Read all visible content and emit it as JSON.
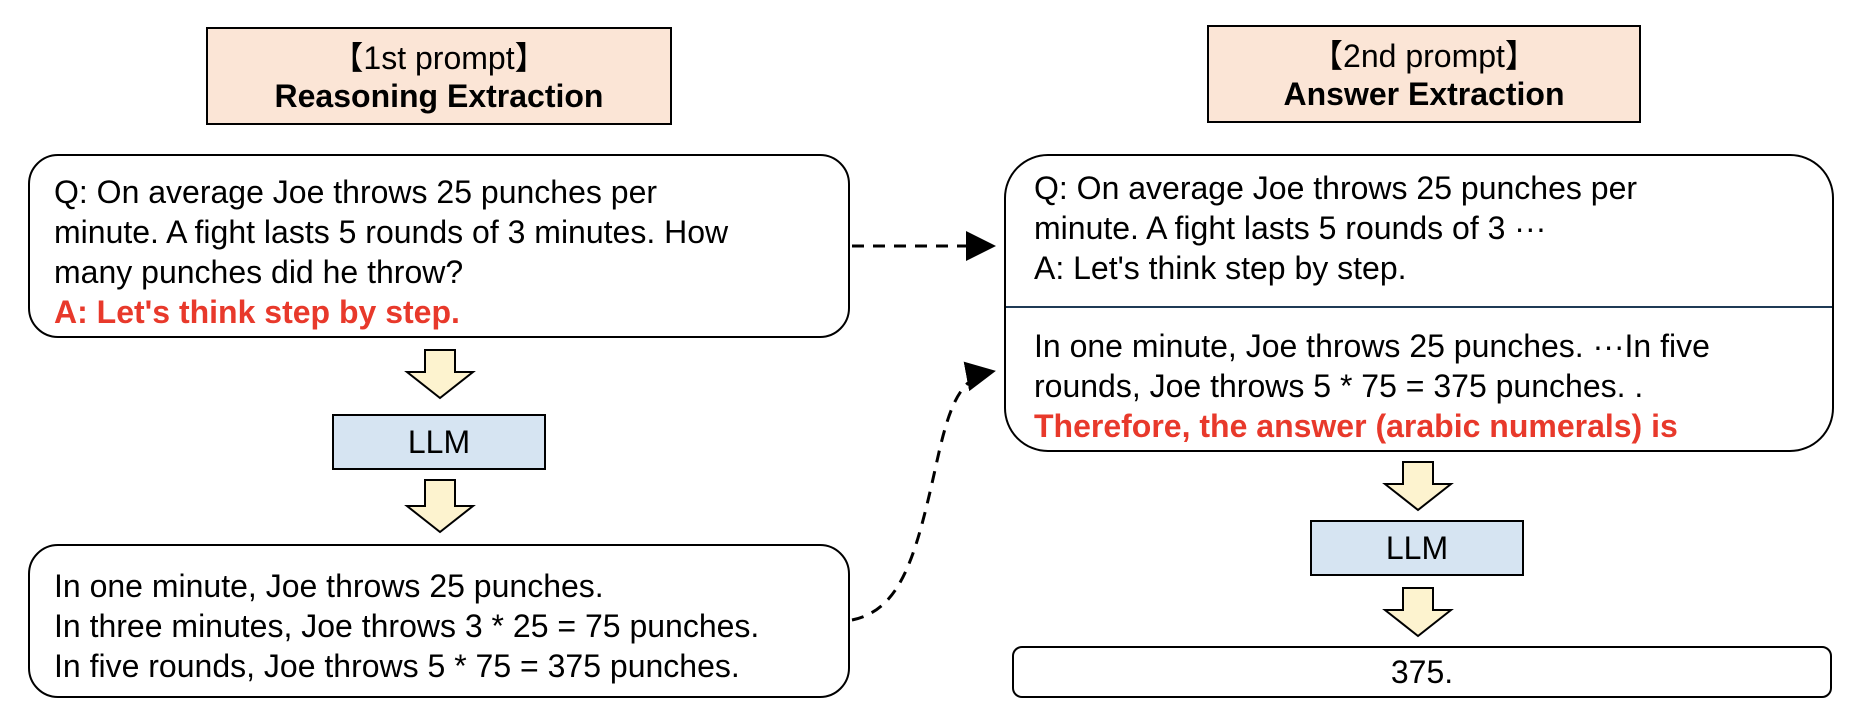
{
  "left": {
    "header_label": "【1st prompt】",
    "header_title": "Reasoning Extraction",
    "question_lines": [
      "Q: On average Joe throws 25 punches per",
      "minute.  A fight lasts 5 rounds of 3 minutes.  How",
      "many punches did he throw?"
    ],
    "trigger": "A: Let's think step by step.",
    "llm_label": "LLM",
    "reasoning_lines": [
      "In one minute, Joe throws 25 punches.",
      "In three minutes, Joe throws 3 * 25 = 75 punches.",
      "In five rounds, Joe throws 5 * 75 = 375 punches."
    ]
  },
  "right": {
    "header_label": "【2nd prompt】",
    "header_title": "Answer Extraction",
    "question_lines": [
      "Q: On average Joe throws 25 punches per",
      "minute.  A fight lasts 5 rounds of 3 ···",
      "A: Let's think step by step."
    ],
    "reasoning_lines": [
      "In one minute, Joe throws 25 punches. ···In five",
      "rounds, Joe throws 5 * 75 = 375 punches. ."
    ],
    "trigger": "Therefore, the answer (arabic numerals) is",
    "llm_label": "LLM",
    "answer": "375."
  },
  "colors": {
    "header_fill": "#fbe5d6",
    "llm_fill": "#d6e4f2",
    "arrow_fill": "#fdf3cf",
    "trigger_text": "#e8392b"
  },
  "icons": [
    "down-arrow-icon",
    "dashed-arrow-icon"
  ]
}
